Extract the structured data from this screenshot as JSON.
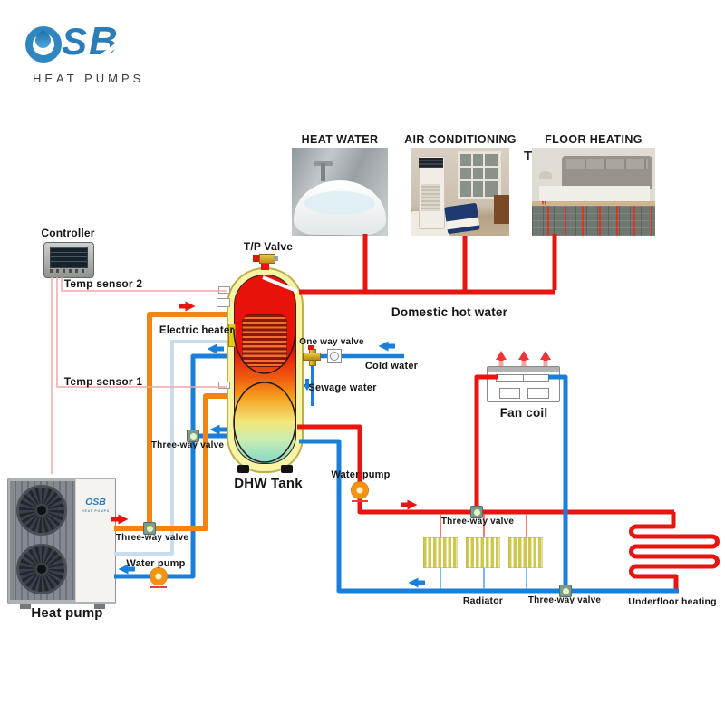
{
  "logo": {
    "name": "OSB",
    "letter_s": "S",
    "letter_b": "B",
    "tagline": "HEAT PUMPS",
    "accent": "#2a7db8"
  },
  "photos": [
    {
      "label": "HEAT WATER"
    },
    {
      "label": "AIR CONDITIONING"
    },
    {
      "label": "FLOOR HEATING"
    }
  ],
  "stray_text": "T",
  "labels": {
    "controller": "Controller",
    "temp_sensor_2": "Temp sensor 2",
    "temp_sensor_1": "Temp sensor 1",
    "electric_heater": "Electric heater",
    "tp_valve": "T/P Valve",
    "dhw_tank": "DHW Tank",
    "one_way_valve": "One way valve",
    "cold_water": "Cold  water",
    "sewage_water": "Sewage water",
    "domestic_hot_water": "Domestic hot water",
    "water_pump": "Water pump",
    "three_way_valve": "Three-way valve",
    "heat_pump": "Heat pump",
    "fan_coil": "Fan coil",
    "radiator": "Radiator",
    "underfloor_heating": "Underfloor heating"
  },
  "colors": {
    "hot_pipe_red": "#e81410",
    "cold_pipe_blue": "#1a7fd8",
    "circuit_orange": "#f08414",
    "circuit_pale_blue": "#c6dded",
    "sensor_wire_pink": "#f4a6a6",
    "valve_green": "#7e9c8d",
    "radiator_yellow": "#cfc84e",
    "tank_shell_yellow": "#f8f4a6",
    "logo_blue": "#2a7db8"
  }
}
